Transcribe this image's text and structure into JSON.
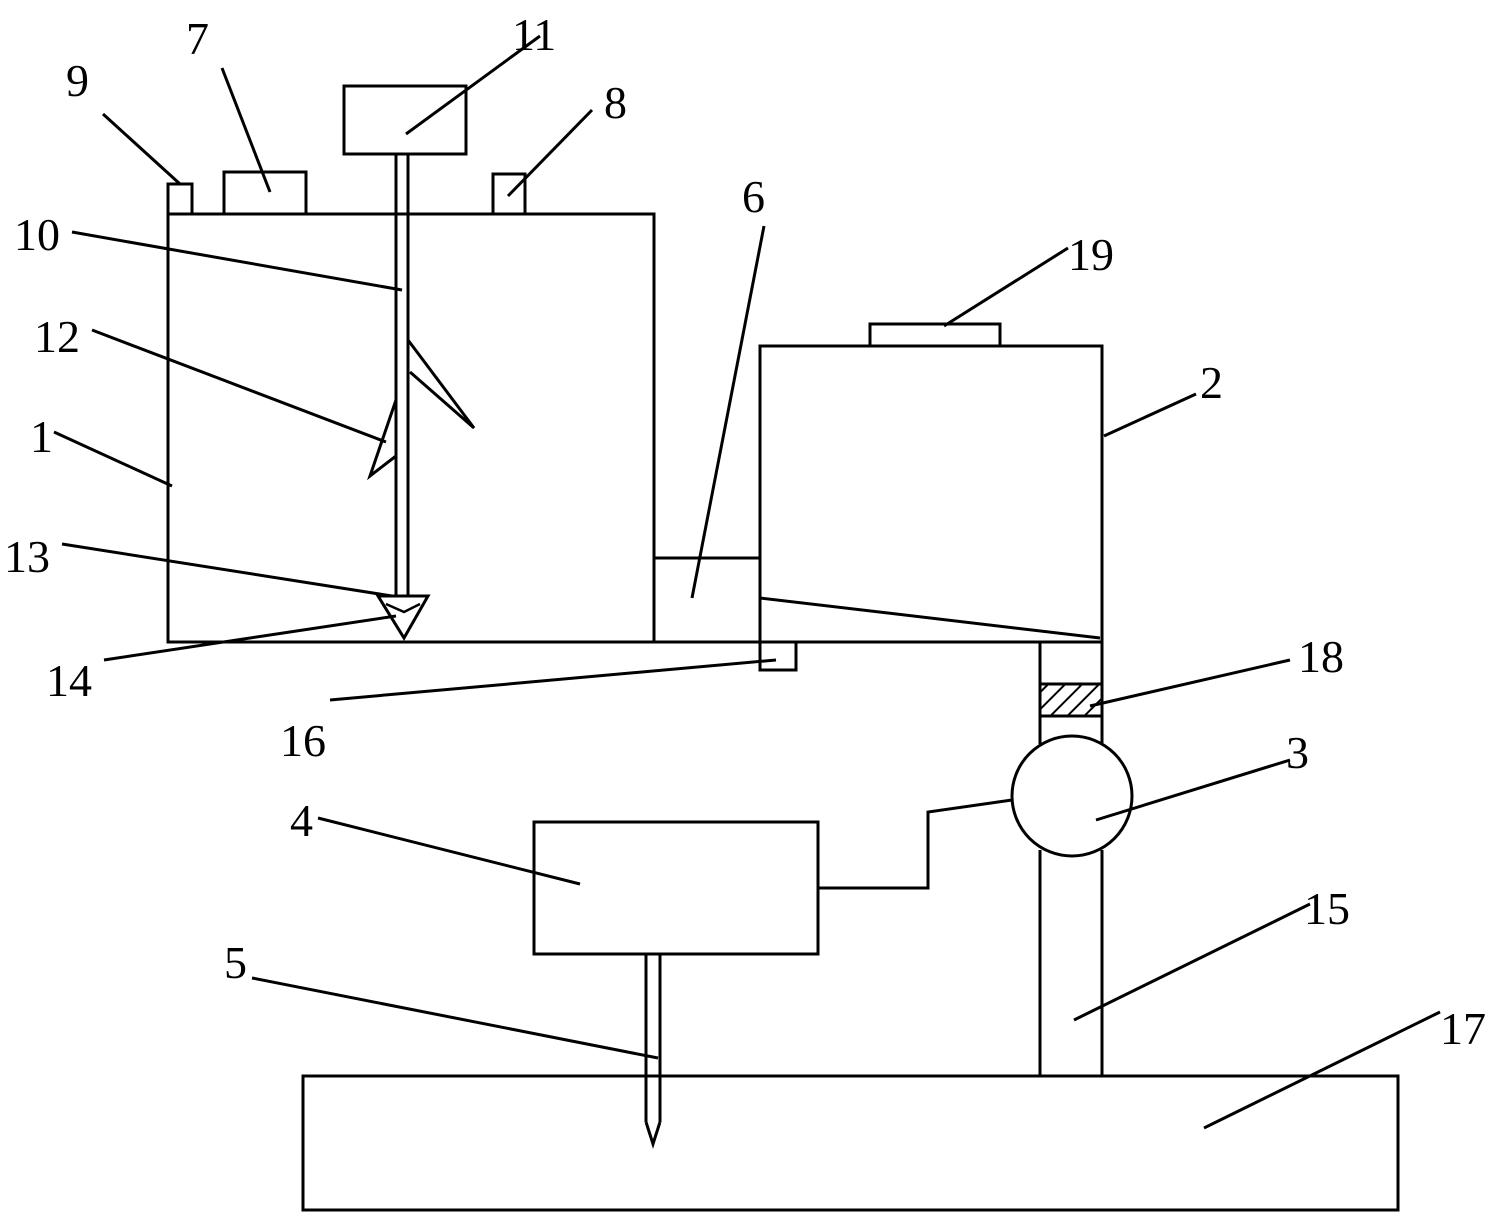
{
  "colors": {
    "stroke": "#000000",
    "background": "#ffffff"
  },
  "labels": {
    "l1": "1",
    "l2": "2",
    "l3": "3",
    "l4": "4",
    "l5": "5",
    "l6": "6",
    "l7": "7",
    "l8": "8",
    "l9": "9",
    "l10": "10",
    "l11": "11",
    "l12": "12",
    "l13": "13",
    "l14": "14",
    "l15": "15",
    "l16": "16",
    "l17": "17",
    "l18": "18",
    "l19": "19"
  }
}
